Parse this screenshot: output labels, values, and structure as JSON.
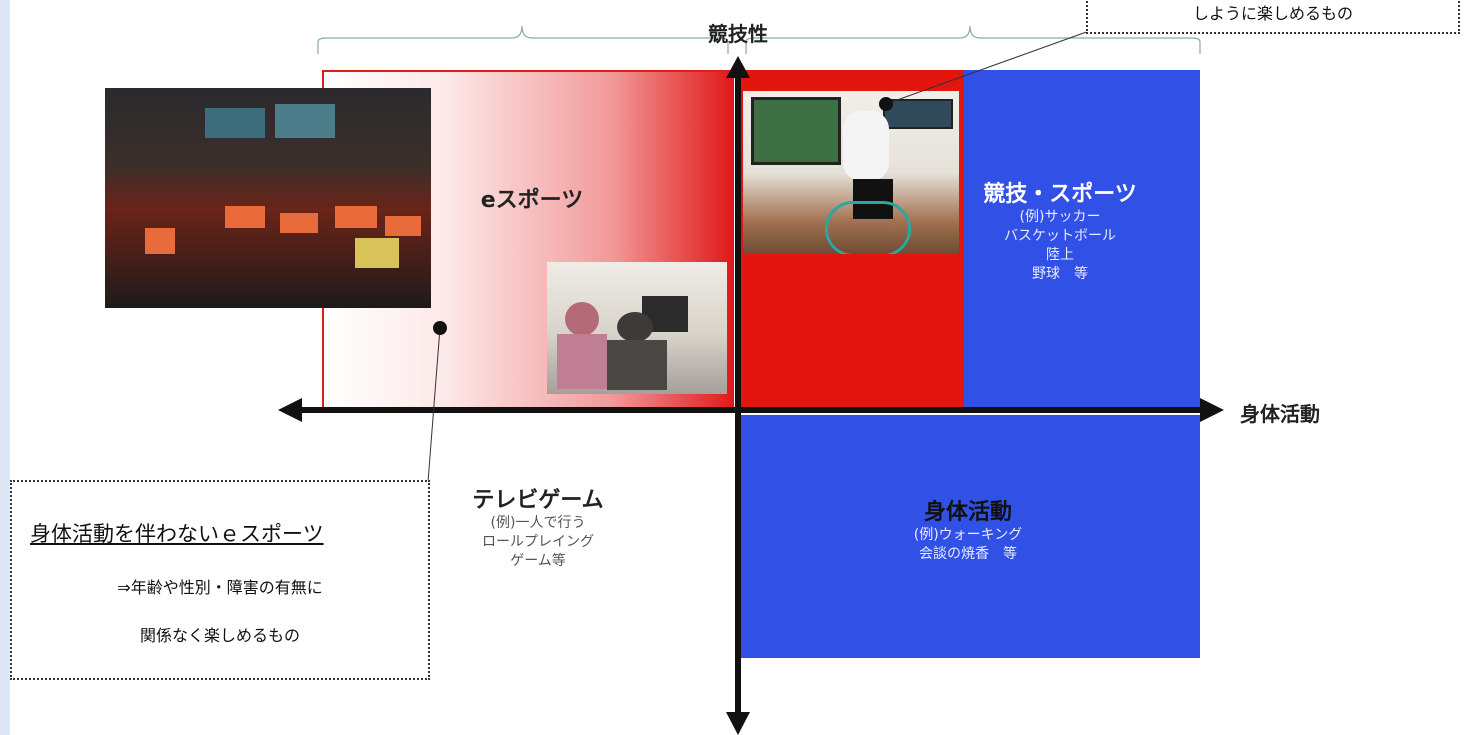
{
  "axes": {
    "vertical_label": "競技性",
    "horizontal_label": "身体活動"
  },
  "quadrants": {
    "top_left": {
      "title": "eスポーツ"
    },
    "top_right": {
      "title": "競技・スポーツ",
      "lines": [
        "(例)サッカー",
        "バスケットボール",
        "陸上",
        "野球　等"
      ]
    },
    "bottom_left": {
      "title": "テレビゲーム",
      "lines": [
        "(例)一人で行う",
        "ロールプレイング",
        "ゲーム等"
      ]
    },
    "bottom_right": {
      "title": "身体活動",
      "lines": [
        "(例)ウォーキング",
        "会談の焼香　等"
      ]
    }
  },
  "callouts": {
    "bottom_left": {
      "title": "身体活動を伴わないｅスポーツ",
      "line1": "⇒年齢や性別・障害の有無に",
      "line2": "関係なく楽しめるもの"
    },
    "top_right": {
      "text": "しように楽しめるもの"
    }
  },
  "colors": {
    "red": "#e3150f",
    "blue": "#3050e6",
    "axis": "#111111"
  },
  "icons": {
    "esports_photo": "esports-arena-photo",
    "elderly_photo": "elderly-playing-game-photo",
    "cycling_photo": "indoor-cycling-photo"
  }
}
